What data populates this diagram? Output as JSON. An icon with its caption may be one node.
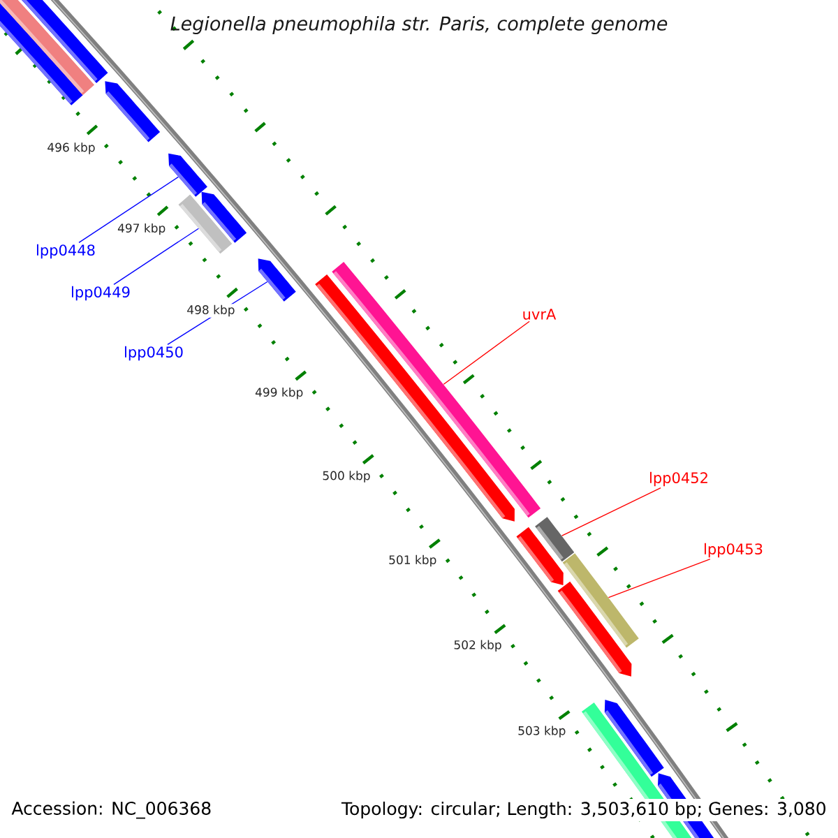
{
  "diagram": {
    "title": "*Legionella pneumophila* str. Paris, complete genome",
    "nodes": [
      {
        "text": [
          "lpp0448"
        ]
      },
      {
        "text": [
          "lpp0449"
        ]
      },
      {
        "text": [
          "lpp0450"
        ]
      },
      {
        "text": [
          "uvrA"
        ]
      },
      {
        "text": [
          "lpp0452"
        ]
      },
      {
        "text": [
          "lpp0453"
        ]
      },
      {
        "text": [],
        "shape": "bar"
      },
      {
        "text": [],
        "shape": "bar"
      },
      {
        "text": [],
        "shape": "bar"
      },
      {
        "text": [],
        "shape": "bar"
      },
      {
        "text": [],
        "shape": "bar"
      },
      {
        "text": [],
        "shape": "bar"
      }
    ],
    "edges": [
      {
        "from": 0,
        "to": 6,
        "arrow": "none",
        "color": "#0000ff"
      },
      {
        "from": 1,
        "to": 7,
        "arrow": "none",
        "color": "#0000ff"
      },
      {
        "from": 2,
        "to": 8,
        "arrow": "none",
        "color": "#0000ff"
      },
      {
        "from": 3,
        "to": 9,
        "arrow": "none",
        "color": "#ff0000"
      },
      {
        "from": 4,
        "to": 10,
        "arrow": "none",
        "color": "#ff0000"
      },
      {
        "from": 5,
        "to": 11,
        "arrow": "none",
        "color": "#ff0000"
      }
    ],
    "labels": [
      "496 kbp",
      "497 kbp",
      "498 kbp",
      "499 kbp",
      "500 kbp",
      "501 kbp",
      "502 kbp",
      "503 kbp",
      "Accession: NC_006368",
      "Topology: circular; Length: 3,503,610 bp; Genes: 3,080"
    ]
  }
}
